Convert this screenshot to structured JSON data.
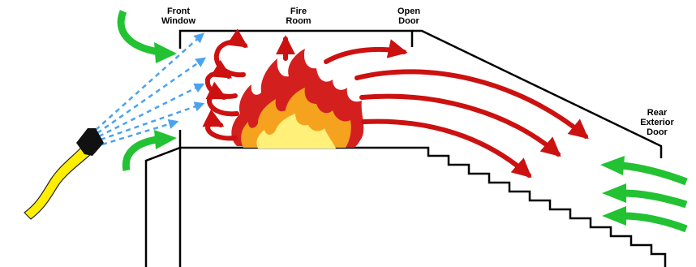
{
  "labels": {
    "front_window": "Front\nWindow",
    "fire_room": "Fire\nRoom",
    "open_door": "Open\nDoor",
    "rear_exterior_door": "Rear\nExterior\nDoor"
  },
  "colors": {
    "fire_outer": "#d41f1f",
    "fire_middle": "#f5a21f",
    "fire_inner": "#fff07a",
    "flow_arrow": "#cc1111",
    "air_arrow": "#22c233",
    "spray": "#4aa3ee",
    "hose": "#ffee00",
    "nozzle": "#111111",
    "structure": "#000000"
  },
  "icons": [
    "hose-nozzle-icon",
    "fire-icon"
  ]
}
